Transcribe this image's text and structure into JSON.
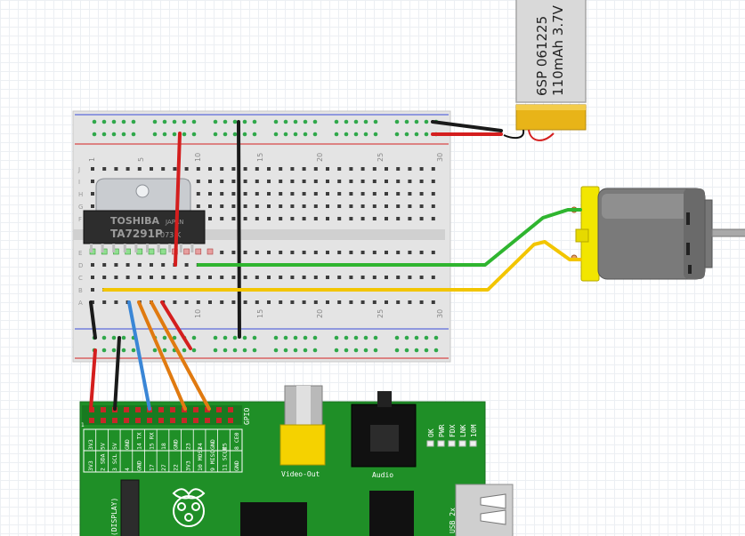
{
  "battery": {
    "label_line1": "6SP 061225",
    "label_line2": "110mAh 3.7V"
  },
  "chip": {
    "brand": "TOSHIBA",
    "origin": "JAPAN",
    "part": "TA7291P",
    "lot": "073 K"
  },
  "breadboard": {
    "columns": [
      "1",
      "5",
      "10",
      "15",
      "20",
      "25",
      "30"
    ],
    "rows_top": [
      "J",
      "I",
      "H",
      "G",
      "F"
    ],
    "rows_bottom": [
      "E",
      "D",
      "C",
      "B",
      "A"
    ]
  },
  "pi": {
    "gpio_label": "GPIO",
    "pin_labels_top": [
      "3V3",
      "5V",
      "5V",
      "GND",
      "14 TX",
      "15 RX",
      "18",
      "GND",
      "23",
      "24",
      "GND",
      "25",
      "8 CE0",
      "7 CE1",
      "GND"
    ],
    "pin_labels_bottom": [
      "3V3",
      "2 SDA",
      "3 SCL",
      "4",
      "GND",
      "17",
      "27",
      "22",
      "3V3",
      "10 MOSI",
      "9 MISO",
      "11 SCLK",
      "GND"
    ],
    "video_label": "Video-Out",
    "audio_label": "Audio",
    "leds": [
      "OK",
      "PWR",
      "FDX",
      "LNK",
      "10M"
    ],
    "usb_label": "USB 2x",
    "display_label": "(DISPLAY)",
    "pin1_label": "1"
  },
  "colors": {
    "wire_red": "#d41e1e",
    "wire_black": "#1a1a1a",
    "wire_green": "#2fb52f",
    "wire_yellow": "#f2c500",
    "wire_blue": "#3a86d6",
    "wire_orange": "#e07a10",
    "pcb_green": "#1f8f27",
    "battery_gold": "#e8b418"
  }
}
